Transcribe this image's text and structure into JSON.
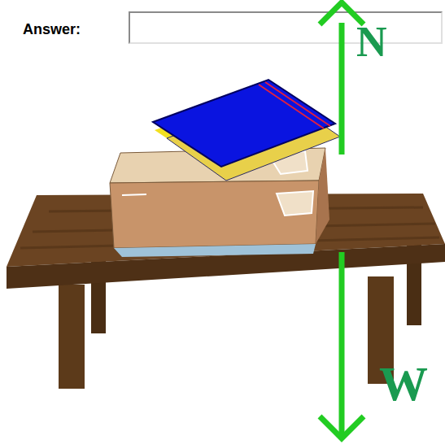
{
  "diagram": {
    "labels": [
      "Answer:",
      "N",
      "W"
    ]
  }
}
